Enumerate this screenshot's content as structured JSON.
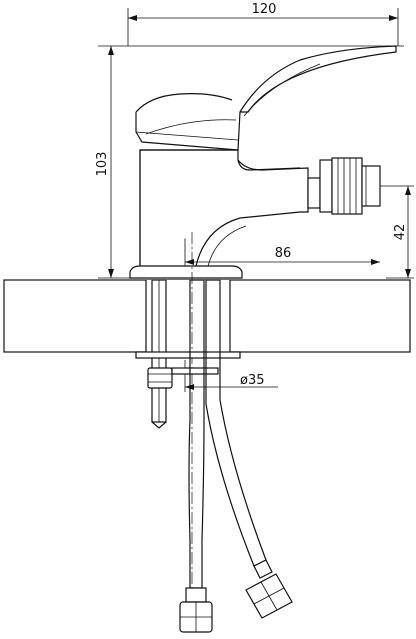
{
  "dimensions": {
    "total_width": "120",
    "total_height": "103",
    "spout_height": "42",
    "spout_reach": "86",
    "base_diameter": "ø35"
  },
  "colors": {
    "line": "#111111",
    "background": "#ffffff"
  }
}
